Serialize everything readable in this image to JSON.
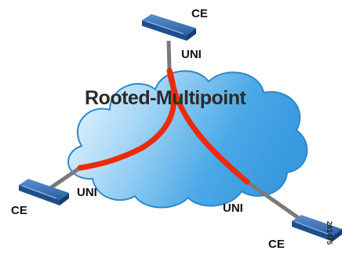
{
  "diagram": {
    "title": "Rooted-Multipoint",
    "code": "281475",
    "colors": {
      "cloud_fill_light": "#e8f6ff",
      "cloud_fill_dark": "#3fa3e5",
      "cloud_outline": "#2e86c9",
      "evc_path": "#ee2a0c",
      "link": "#7a7a7a",
      "device_top": "#3a6fb5",
      "device_side": "#1e4f8c"
    },
    "nodes": {
      "ce_top": {
        "label": "CE",
        "uni_label": "UNI"
      },
      "ce_left": {
        "label": "CE",
        "uni_label": "UNI"
      },
      "ce_right": {
        "label": "CE",
        "uni_label": "UNI"
      }
    }
  }
}
